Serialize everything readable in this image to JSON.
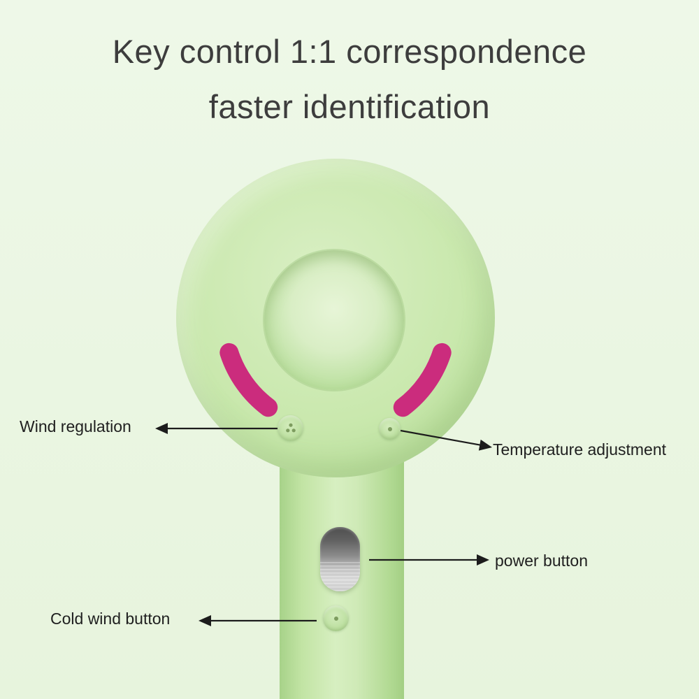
{
  "title": {
    "line1": "Key control 1:1 correspondence",
    "line2": "faster identification"
  },
  "callouts": {
    "wind_regulation": "Wind regulation",
    "temperature_adjustment": "Temperature adjustment",
    "power_button": "power button",
    "cold_wind_button": "Cold wind button"
  },
  "colors": {
    "background": "#eaf6e2",
    "dryer_body_green": "#c9e8ad",
    "accent_pink": "#cb2c7d",
    "slider_dark_gray": "#4e4e4e",
    "slider_light_gray": "#d8d8d8",
    "text": "#1f1f1f"
  },
  "icons": {
    "fan": "fan-icon",
    "dot": "dot-icon"
  }
}
